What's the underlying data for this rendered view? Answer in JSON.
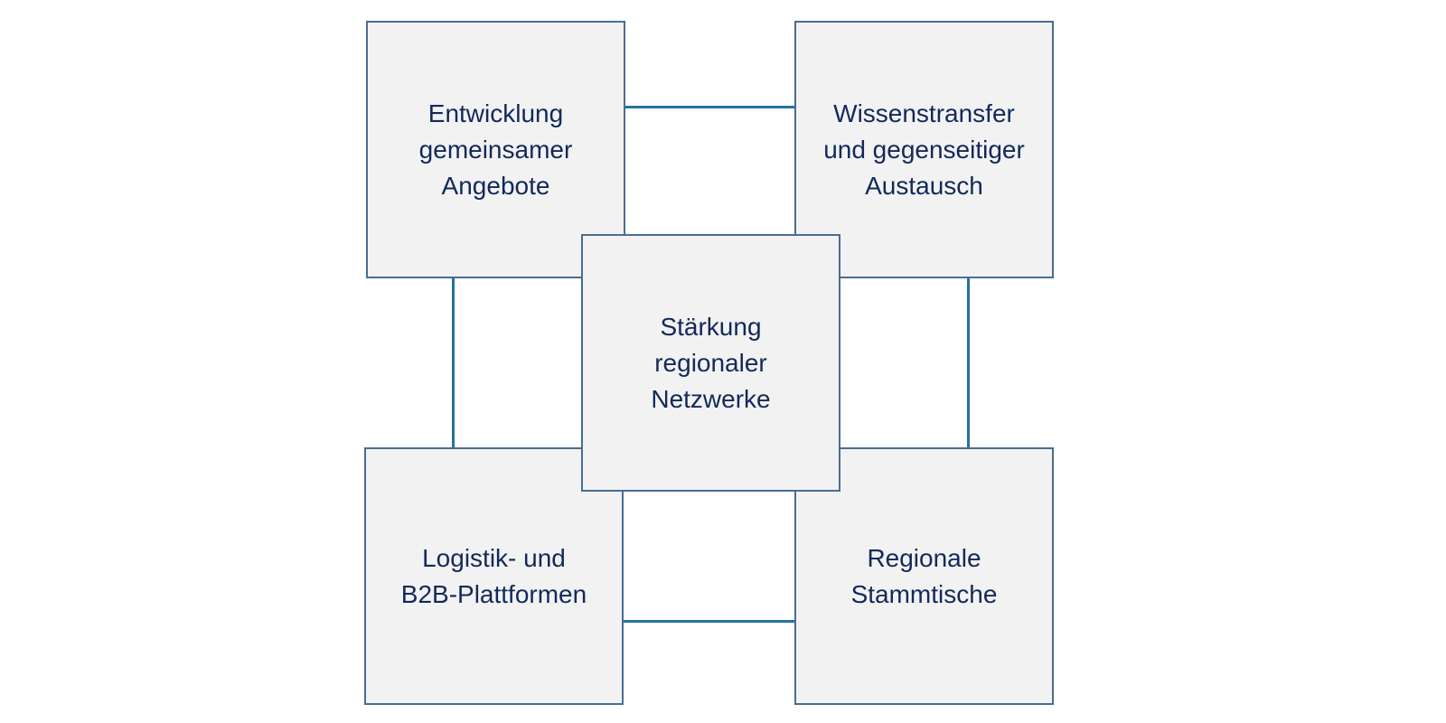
{
  "diagram": {
    "center": {
      "label": "Stärkung\nregionaler\nNetzwerke"
    },
    "top_left": {
      "label": "Entwicklung\ngemeinsamer\nAngebote"
    },
    "top_right": {
      "label": "Wissenstransfer\nund gegenseitiger\nAustausch"
    },
    "bottom_left": {
      "label": "Logistik- und\nB2B-Plattformen"
    },
    "bottom_right": {
      "label": "Regionale\nStammtische"
    }
  },
  "colors": {
    "box_fill": "#f2f2f2",
    "box_border": "#4a6d92",
    "connector": "#2672a0",
    "text": "#12295a"
  }
}
